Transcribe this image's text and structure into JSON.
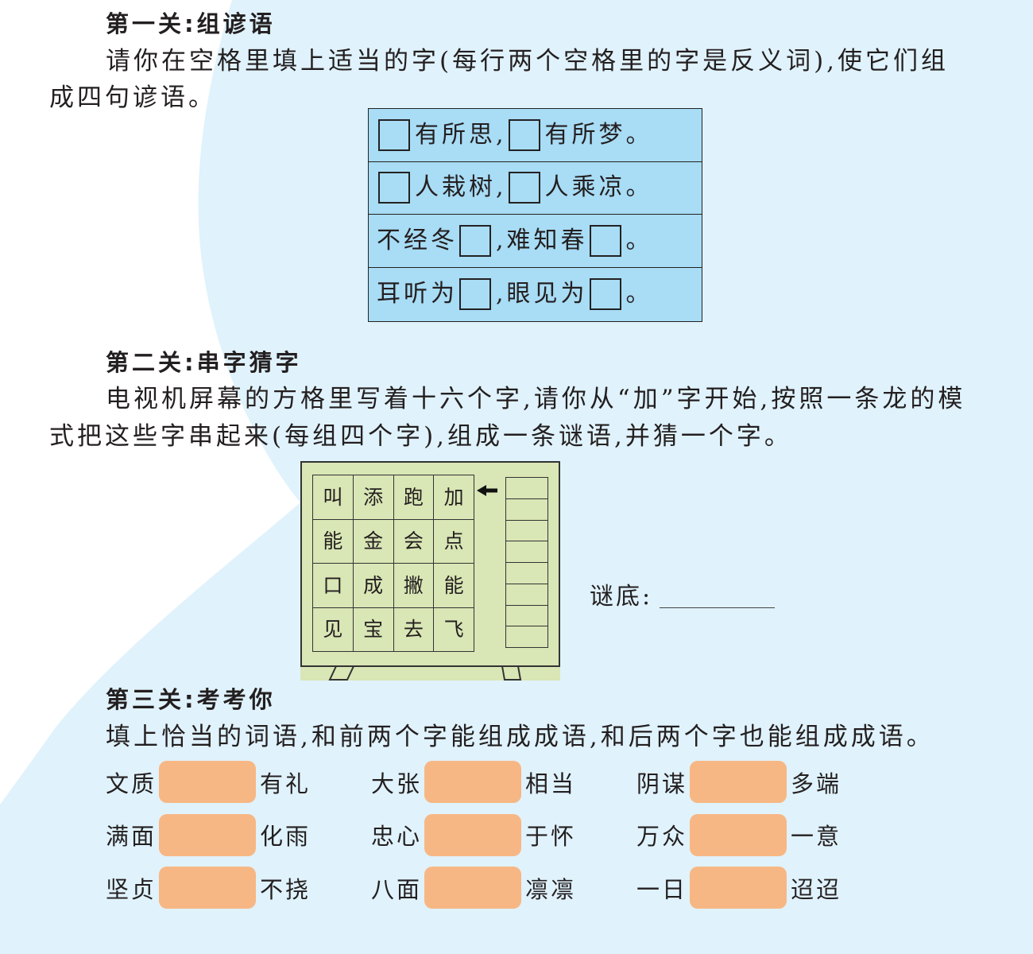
{
  "colors": {
    "background": "#e0f2fb",
    "background_shape": "#ffffff",
    "table_fill": "#a9dcf5",
    "tv_fill": "#d9e6b5",
    "answer_box": "#f7b784",
    "text": "#231f20"
  },
  "icons": {
    "tv_arrow": "arrow-left-icon"
  },
  "section1": {
    "title": "第一关:组谚语",
    "instruction_lines": [
      "请你在空格里填上适当的字(每行两个空格里的字是反义词),使它们组",
      "成四句谚语。"
    ],
    "rows": [
      {
        "p1": "有所思,",
        "p2": "有所梦。"
      },
      {
        "p1": "人栽树,",
        "p2": "人乘凉。"
      },
      {
        "p1": "不经冬",
        "p2": ",难知春",
        "p3": "。"
      },
      {
        "p1": "耳听为",
        "p2": ",眼见为",
        "p3": "。"
      }
    ]
  },
  "section2": {
    "title": "第二关:串字猜字",
    "instruction_lines": [
      "电视机屏幕的方格里写着十六个字,请你从“加”字开始,按照一条龙的模",
      "式把这些字串起来(每组四个字),组成一条谜语,并猜一个字。"
    ],
    "grid": [
      [
        "叫",
        "添",
        "跑",
        "加"
      ],
      [
        "能",
        "金",
        "会",
        "点"
      ],
      [
        "口",
        "成",
        "撇",
        "能"
      ],
      [
        "见",
        "宝",
        "去",
        "飞"
      ]
    ],
    "answer_label": "谜底:"
  },
  "section3": {
    "title": "第三关:考考你",
    "instruction": "填上恰当的词语,和前两个字能组成成语,和后两个字也能组成成语。",
    "items": [
      {
        "prefix": "文质",
        "suffix": "有礼"
      },
      {
        "prefix": "大张",
        "suffix": "相当"
      },
      {
        "prefix": "阴谋",
        "suffix": "多端"
      },
      {
        "prefix": "满面",
        "suffix": "化雨"
      },
      {
        "prefix": "忠心",
        "suffix": "于怀"
      },
      {
        "prefix": "万众",
        "suffix": "一意"
      },
      {
        "prefix": "坚贞",
        "suffix": "不挠"
      },
      {
        "prefix": "八面",
        "suffix": "凛凛"
      },
      {
        "prefix": "一日",
        "suffix": "迢迢"
      }
    ]
  }
}
